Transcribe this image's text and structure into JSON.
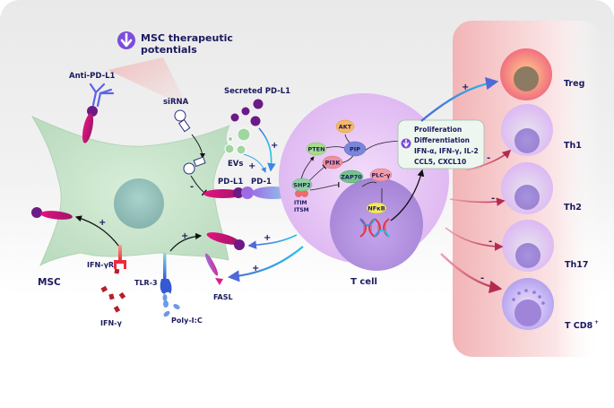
{
  "diagram": {
    "title_callout": {
      "icon": "down-arrow-circle-icon",
      "line1": "MSC therapeutic",
      "line2": "potentials"
    },
    "msc_labels": {
      "msc": "MSC",
      "anti_pdl1": "Anti-PD-L1",
      "sirna": "siRNA",
      "secreted_pdl1": "Secreted PD-L1",
      "evs": "EVs",
      "pdl1": "PD-L1",
      "pd1": "PD-1",
      "ifn_gr": "IFN-γR",
      "ifn_g": "IFN-γ",
      "tlr3": "TLR-3",
      "polyic": "Poly-I:C",
      "fasl": "FASL"
    },
    "tcell": {
      "label": "T cell",
      "itim": "ITIM",
      "itsm": "ITSM",
      "nodes": {
        "akt": "AKT",
        "pten": "PTEN",
        "pip": "PIP",
        "pi3k": "PI3K",
        "shp2": "SHP2",
        "zap70": "ZAP70",
        "plcg": "PLC-γ",
        "nfkb": "NFκB"
      },
      "effects_box": {
        "icon": "down-arrow-circle-icon",
        "lines": [
          "Proliferation",
          "Differentiation",
          "IFN-α, IFN-γ, IL-2",
          "CCL5, CXCL10"
        ]
      }
    },
    "subsets": [
      {
        "name": "Treg",
        "effect": "+"
      },
      {
        "name": "Th1",
        "effect": "-"
      },
      {
        "name": "Th2",
        "effect": "-"
      },
      {
        "name": "Th17",
        "effect": "-"
      },
      {
        "name": "T CD8",
        "sup": "+",
        "effect": "-"
      }
    ],
    "signs": {
      "plus": "+",
      "minus": "-"
    },
    "colors": {
      "panel_gray": "#ececec",
      "panel_pink": "#f3b9bb",
      "msc_green": "#c5e2c8",
      "tcell_lilac": "#e3c4f4",
      "label_navy": "#1a1a5e",
      "accent_purple": "#7c4ddb",
      "magenta": "#e0117f"
    }
  }
}
